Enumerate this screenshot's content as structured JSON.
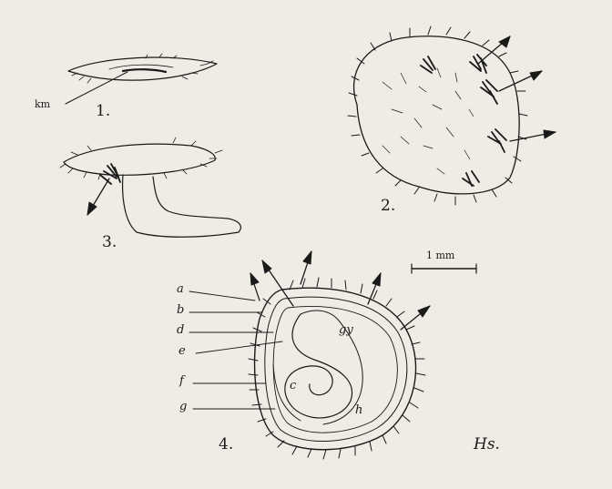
{
  "figures": {
    "fig1": {
      "number": "1.",
      "label": "km"
    },
    "fig2": {
      "number": "2."
    },
    "fig3": {
      "number": "3."
    },
    "fig4": {
      "number": "4.",
      "side_labels": [
        "a",
        "b",
        "d",
        "e",
        "f",
        "g"
      ],
      "inner_labels": {
        "gy": "gy",
        "c": "c",
        "h": "h"
      }
    }
  },
  "scale_bar": {
    "label": "1 mm"
  },
  "signature": "Hs."
}
